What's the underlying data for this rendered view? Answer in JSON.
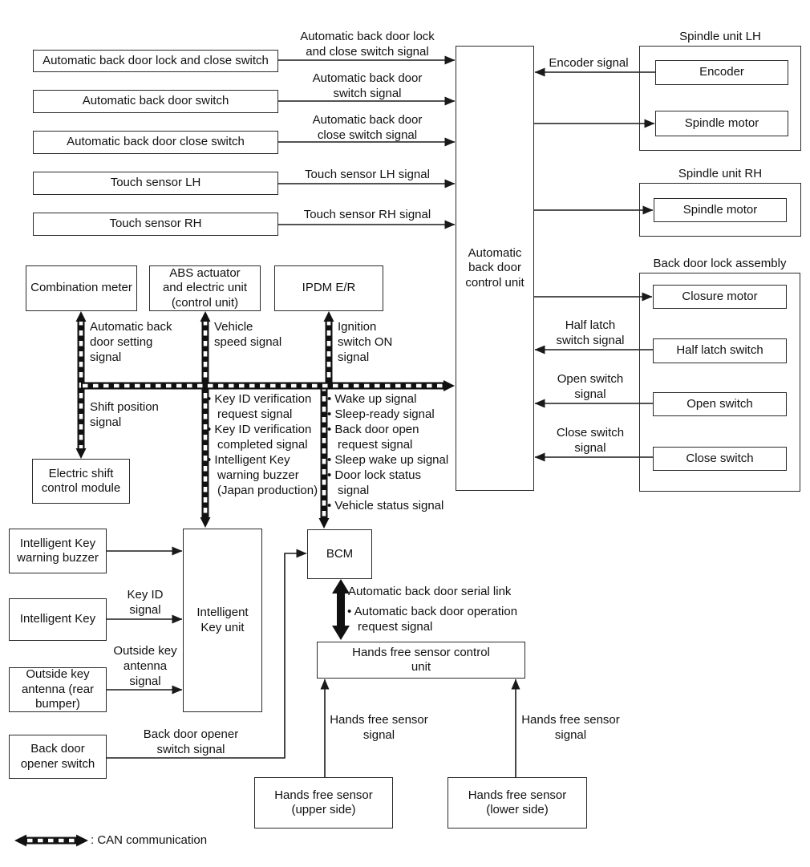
{
  "colors": {
    "ink": "#1a1a1a",
    "background": "#ffffff"
  },
  "nodes": {
    "lock_close_switch": {
      "label": "Automatic back door lock and close switch"
    },
    "abd_switch": {
      "label": "Automatic back door switch"
    },
    "abd_close_switch": {
      "label": "Automatic back door close switch"
    },
    "touch_lh": {
      "label": "Touch sensor LH"
    },
    "touch_rh": {
      "label": "Touch sensor RH"
    },
    "control_unit": {
      "label": "Automatic\nback door\ncontrol unit"
    },
    "combination_meter": {
      "label": "Combination meter"
    },
    "abs_unit": {
      "label": "ABS actuator\nand electric unit\n(control unit)"
    },
    "ipdm": {
      "label": "IPDM E/R"
    },
    "electric_shift": {
      "label": "Electric shift\ncontrol module"
    },
    "ik_warning_buzzer": {
      "label": "Intelligent Key\nwarning buzzer"
    },
    "intelligent_key": {
      "label": "Intelligent Key"
    },
    "outside_key_antenna": {
      "label": "Outside key\nantenna (rear\nbumper)"
    },
    "back_door_opener": {
      "label": "Back door\nopener switch"
    },
    "ik_unit": {
      "label": "Intelligent\nKey unit"
    },
    "bcm": {
      "label": "BCM"
    },
    "hfs_control_unit": {
      "label": "Hands free sensor control\nunit"
    },
    "hfs_upper": {
      "label": "Hands free sensor\n(upper side)"
    },
    "hfs_lower": {
      "label": "Hands free sensor\n(lower side)"
    },
    "encoder": {
      "label": "Encoder"
    },
    "spindle_motor_lh": {
      "label": "Spindle motor"
    },
    "spindle_motor_rh": {
      "label": "Spindle motor"
    },
    "closure_motor": {
      "label": "Closure motor"
    },
    "half_latch_switch": {
      "label": "Half latch switch"
    },
    "open_switch": {
      "label": "Open switch"
    },
    "close_switch": {
      "label": "Close switch"
    }
  },
  "groups": {
    "spindle_lh": "Spindle unit LH",
    "spindle_rh": "Spindle unit RH",
    "lock_assembly": "Back door lock assembly"
  },
  "signals": {
    "s1": "Automatic back door lock\nand close switch signal",
    "s2": "Automatic back door\nswitch signal",
    "s3": "Automatic back door\nclose switch signal",
    "s4": "Touch sensor LH signal",
    "s5": "Touch sensor RH signal",
    "encoder": "Encoder signal",
    "half_latch": "Half latch\nswitch signal",
    "open": "Open switch\nsignal",
    "close": "Close switch\nsignal",
    "abd_setting": "Automatic back\ndoor setting\nsignal",
    "vehicle_speed": "Vehicle\nspeed signal",
    "ignition": "Ignition\nswitch ON\nsignal",
    "shift_position": "Shift position\nsignal",
    "key_id": "Key ID\nsignal",
    "outside_antenna": "Outside key\nantenna\nsignal",
    "back_door_opener": "Back door opener\nswitch signal",
    "hfs_left": "Hands free sensor\nsignal",
    "hfs_right": "Hands free sensor\nsignal"
  },
  "can_bullet_lists": {
    "ik_unit": [
      "Key ID verification request signal",
      "Key ID verification completed signal",
      "Intelligent Key warning buzzer (Japan production)"
    ],
    "bcm": [
      "Wake up signal",
      "Sleep-ready signal",
      "Back door open request signal",
      "Sleep wake up signal",
      "Door lock status signal",
      "Vehicle status signal"
    ]
  },
  "serial_link": {
    "title": "Automatic back door serial link",
    "items": [
      "Automatic back door operation request signal"
    ]
  },
  "legend": {
    "label": ": CAN communication"
  }
}
